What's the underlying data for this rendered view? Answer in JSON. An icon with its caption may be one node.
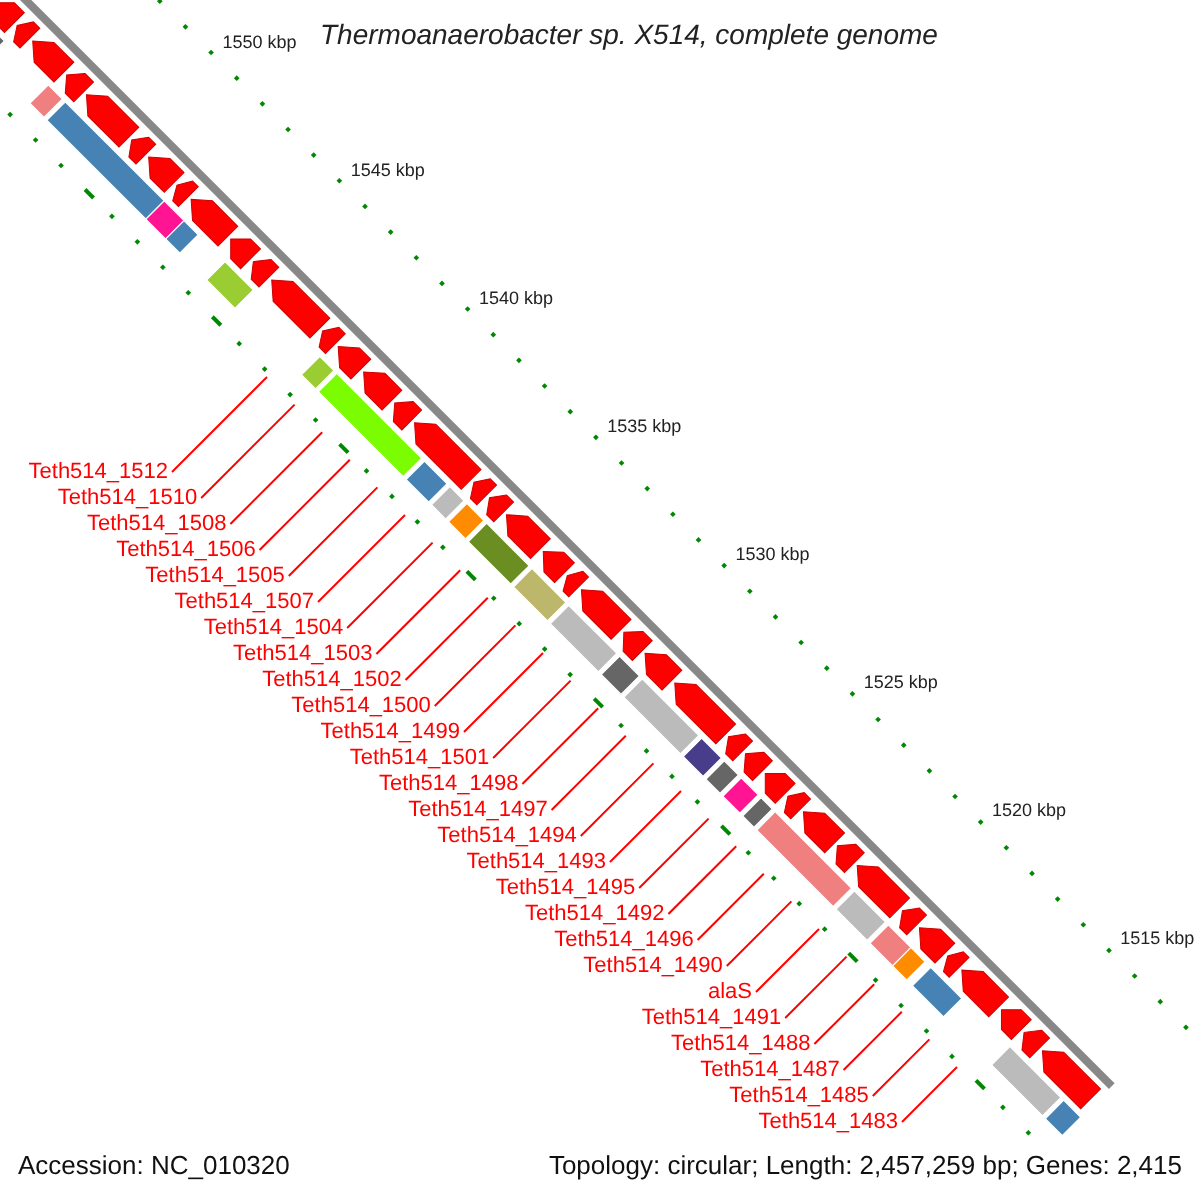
{
  "diagram": {
    "title": "Thermoanaerobacter sp. X514, complete genome",
    "nodes": [
      {
        "text": [
          "Teth514_1512"
        ]
      },
      {
        "text": [
          "Teth514_1510"
        ]
      },
      {
        "text": [
          "Teth514_1508"
        ]
      },
      {
        "text": [
          "Teth514_1506"
        ]
      },
      {
        "text": [
          "Teth514_1505"
        ]
      },
      {
        "text": [
          "Teth514_1507"
        ]
      },
      {
        "text": [
          "Teth514_1504"
        ]
      },
      {
        "text": [
          "Teth514_1503"
        ]
      },
      {
        "text": [
          "Teth514_1502"
        ]
      },
      {
        "text": [
          "Teth514_1500"
        ]
      },
      {
        "text": [
          "Teth514_1499"
        ]
      },
      {
        "text": [
          "Teth514_1501"
        ]
      },
      {
        "text": [
          "Teth514_1498"
        ]
      },
      {
        "text": [
          "Teth514_1497"
        ]
      },
      {
        "text": [
          "Teth514_1494"
        ]
      },
      {
        "text": [
          "Teth514_1493"
        ]
      },
      {
        "text": [
          "Teth514_1495"
        ]
      },
      {
        "text": [
          "Teth514_1492"
        ]
      },
      {
        "text": [
          "Teth514_1496"
        ]
      },
      {
        "text": [
          "Teth514_1490"
        ]
      },
      {
        "text": [
          "alaS"
        ]
      },
      {
        "text": [
          "Teth514_1491"
        ]
      },
      {
        "text": [
          "Teth514_1488"
        ]
      },
      {
        "text": [
          "Teth514_1487"
        ]
      },
      {
        "text": [
          "Teth514_1485"
        ]
      },
      {
        "text": [
          "Teth514_1483"
        ]
      }
    ],
    "edges": [
      {
        "from": 0,
        "to": null,
        "arrow": "none"
      },
      {
        "from": 1,
        "to": null,
        "arrow": "none"
      },
      {
        "from": 2,
        "to": null,
        "arrow": "none"
      },
      {
        "from": 3,
        "to": null,
        "arrow": "none"
      },
      {
        "from": 4,
        "to": null,
        "arrow": "none"
      },
      {
        "from": 5,
        "to": null,
        "arrow": "none"
      },
      {
        "from": 6,
        "to": null,
        "arrow": "none"
      },
      {
        "from": 7,
        "to": null,
        "arrow": "none"
      },
      {
        "from": 8,
        "to": null,
        "arrow": "none"
      },
      {
        "from": 9,
        "to": null,
        "arrow": "none"
      },
      {
        "from": 10,
        "to": null,
        "arrow": "none"
      },
      {
        "from": 11,
        "to": null,
        "arrow": "none"
      },
      {
        "from": 12,
        "to": null,
        "arrow": "none"
      },
      {
        "from": 13,
        "to": null,
        "arrow": "none"
      },
      {
        "from": 14,
        "to": null,
        "arrow": "none"
      },
      {
        "from": 15,
        "to": null,
        "arrow": "none"
      },
      {
        "from": 16,
        "to": null,
        "arrow": "none"
      },
      {
        "from": 17,
        "to": null,
        "arrow": "none"
      },
      {
        "from": 18,
        "to": null,
        "arrow": "none"
      },
      {
        "from": 19,
        "to": null,
        "arrow": "none"
      },
      {
        "from": 20,
        "to": null,
        "arrow": "none"
      },
      {
        "from": 21,
        "to": null,
        "arrow": "none"
      },
      {
        "from": 22,
        "to": null,
        "arrow": "none"
      },
      {
        "from": 23,
        "to": null,
        "arrow": "none"
      },
      {
        "from": 24,
        "to": null,
        "arrow": "none"
      },
      {
        "from": 25,
        "to": null,
        "arrow": "none"
      }
    ],
    "labels": [
      "1550 kbp",
      "1545 kbp",
      "1540 kbp",
      "1535 kbp",
      "1530 kbp",
      "1525 kbp",
      "1520 kbp",
      "1515 kbp",
      "Accession: NC_010320",
      "Topology: circular; Length: 2,457,259 bp; Genes: 2,415"
    ]
  }
}
